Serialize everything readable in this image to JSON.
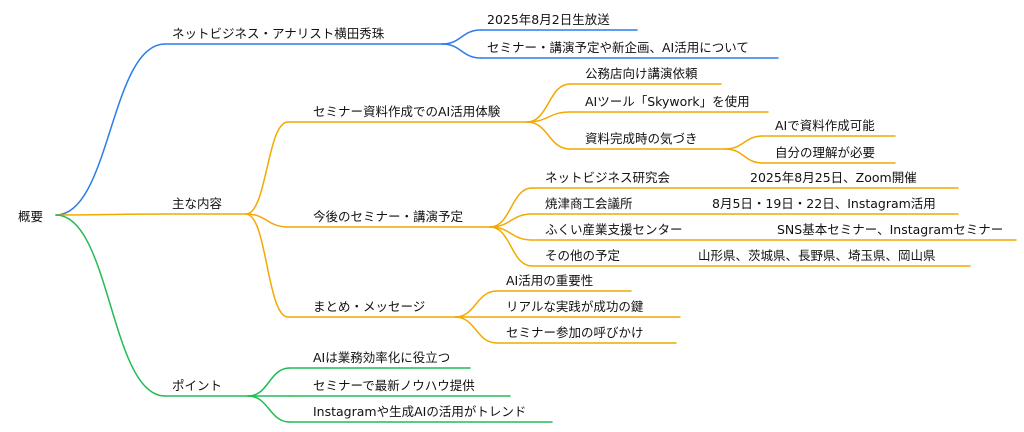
{
  "root": "概要",
  "colors": {
    "blue": "#2b7de9",
    "orange": "#f2a900",
    "green": "#22bb55"
  },
  "branches": {
    "speaker": {
      "label": "ネットビジネス・アナリスト横田秀珠",
      "children": [
        "2025年8月2日生放送",
        "セミナー・講演予定や新企画、AI活用について"
      ]
    },
    "content": {
      "label": "主な内容",
      "experience": {
        "label": "セミナー資料作成でのAI活用体験",
        "request": "公務店向け講演依頼",
        "tool": "AIツール「Skywork」を使用",
        "insight": {
          "label": "資料完成時の気づき",
          "children": [
            "AIで資料作成可能",
            "自分の理解が必要"
          ]
        }
      },
      "schedule": {
        "label": "今後のセミナー・講演予定",
        "items": [
          {
            "name": "ネットビジネス研究会",
            "detail": "2025年8月25日、Zoom開催"
          },
          {
            "name": "焼津商工会議所",
            "detail": "8月5日・19日・22日、Instagram活用"
          },
          {
            "name": "ふくい産業支援センター",
            "detail": "SNS基本セミナー、Instagramセミナー"
          },
          {
            "name": "その他の予定",
            "detail": "山形県、茨城県、長野県、埼玉県、岡山県"
          }
        ]
      },
      "summary": {
        "label": "まとめ・メッセージ",
        "children": [
          "AI活用の重要性",
          "リアルな実践が成功の鍵",
          "セミナー参加の呼びかけ"
        ]
      }
    },
    "points": {
      "label": "ポイント",
      "children": [
        "AIは業務効率化に役立つ",
        "セミナーで最新ノウハウ提供",
        "Instagramや生成AIの活用がトレンド"
      ]
    }
  }
}
